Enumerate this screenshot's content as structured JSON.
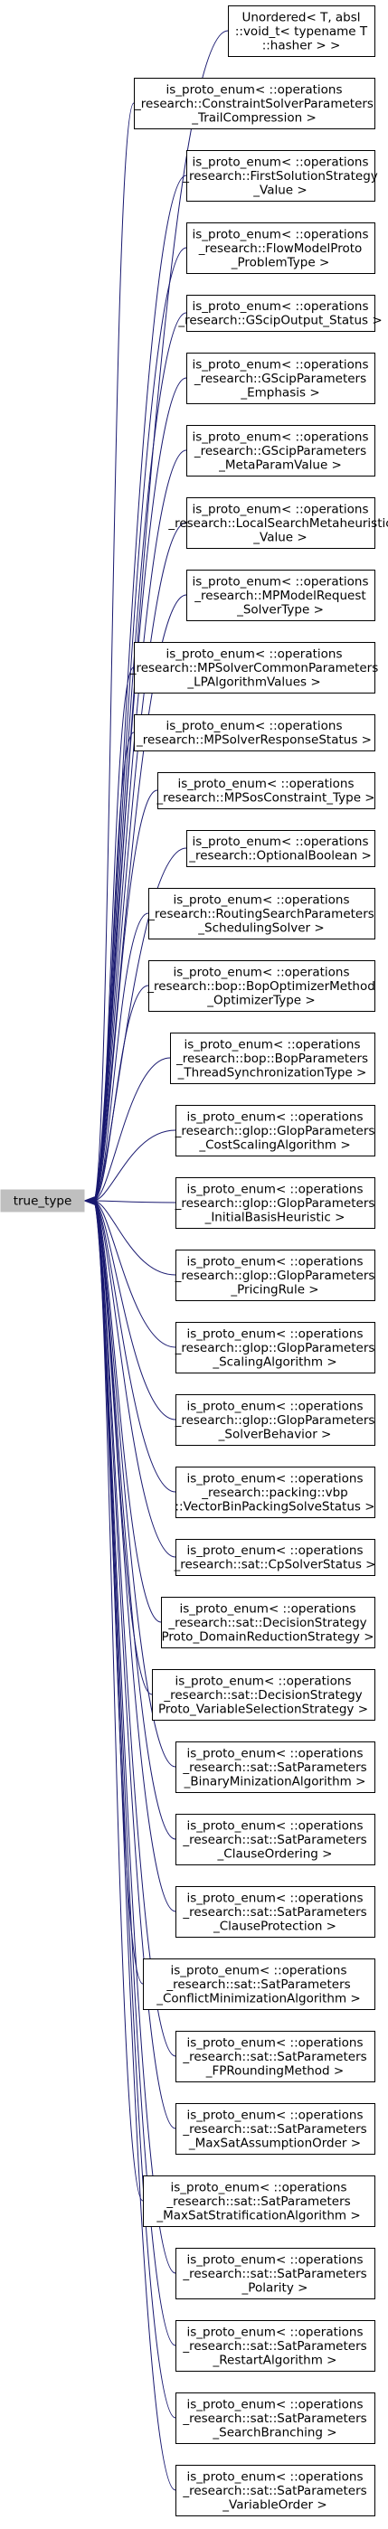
{
  "graph": {
    "root": {
      "label": "true_type"
    },
    "nodes": [
      {
        "lines": [
          "Unordered< T, absl",
          "::void_t< typename T",
          "::hasher > >"
        ]
      },
      {
        "lines": [
          "is_proto_enum< ::operations",
          "_research::ConstraintSolverParameters",
          "_TrailCompression >"
        ]
      },
      {
        "lines": [
          "is_proto_enum< ::operations",
          "_research::FirstSolutionStrategy",
          "_Value >"
        ]
      },
      {
        "lines": [
          "is_proto_enum< ::operations",
          "_research::FlowModelProto",
          "_ProblemType >"
        ]
      },
      {
        "lines": [
          "is_proto_enum< ::operations",
          "_research::GScipOutput_Status >"
        ]
      },
      {
        "lines": [
          "is_proto_enum< ::operations",
          "_research::GScipParameters",
          "_Emphasis >"
        ]
      },
      {
        "lines": [
          "is_proto_enum< ::operations",
          "_research::GScipParameters",
          "_MetaParamValue >"
        ]
      },
      {
        "lines": [
          "is_proto_enum< ::operations",
          "_research::LocalSearchMetaheuristic",
          "_Value >"
        ]
      },
      {
        "lines": [
          "is_proto_enum< ::operations",
          "_research::MPModelRequest",
          "_SolverType >"
        ]
      },
      {
        "lines": [
          "is_proto_enum< ::operations",
          "_research::MPSolverCommonParameters",
          "_LPAlgorithmValues >"
        ]
      },
      {
        "lines": [
          "is_proto_enum< ::operations",
          "_research::MPSolverResponseStatus >"
        ]
      },
      {
        "lines": [
          "is_proto_enum< ::operations",
          "_research::MPSosConstraint_Type >"
        ]
      },
      {
        "lines": [
          "is_proto_enum< ::operations",
          "_research::OptionalBoolean >"
        ]
      },
      {
        "lines": [
          "is_proto_enum< ::operations",
          "_research::RoutingSearchParameters",
          "_SchedulingSolver >"
        ]
      },
      {
        "lines": [
          "is_proto_enum< ::operations",
          "_research::bop::BopOptimizerMethod",
          "_OptimizerType >"
        ]
      },
      {
        "lines": [
          "is_proto_enum< ::operations",
          "_research::bop::BopParameters",
          "_ThreadSynchronizationType >"
        ]
      },
      {
        "lines": [
          "is_proto_enum< ::operations",
          "_research::glop::GlopParameters",
          "_CostScalingAlgorithm >"
        ]
      },
      {
        "lines": [
          "is_proto_enum< ::operations",
          "_research::glop::GlopParameters",
          "_InitialBasisHeuristic >"
        ]
      },
      {
        "lines": [
          "is_proto_enum< ::operations",
          "_research::glop::GlopParameters",
          "_PricingRule >"
        ]
      },
      {
        "lines": [
          "is_proto_enum< ::operations",
          "_research::glop::GlopParameters",
          "_ScalingAlgorithm >"
        ]
      },
      {
        "lines": [
          "is_proto_enum< ::operations",
          "_research::glop::GlopParameters",
          "_SolverBehavior >"
        ]
      },
      {
        "lines": [
          "is_proto_enum< ::operations",
          "_research::packing::vbp",
          "::VectorBinPackingSolveStatus >"
        ]
      },
      {
        "lines": [
          "is_proto_enum< ::operations",
          "_research::sat::CpSolverStatus >"
        ]
      },
      {
        "lines": [
          "is_proto_enum< ::operations",
          "_research::sat::DecisionStrategy",
          "Proto_DomainReductionStrategy >"
        ]
      },
      {
        "lines": [
          "is_proto_enum< ::operations",
          "_research::sat::DecisionStrategy",
          "Proto_VariableSelectionStrategy >"
        ]
      },
      {
        "lines": [
          "is_proto_enum< ::operations",
          "_research::sat::SatParameters",
          "_BinaryMinizationAlgorithm >"
        ]
      },
      {
        "lines": [
          "is_proto_enum< ::operations",
          "_research::sat::SatParameters",
          "_ClauseOrdering >"
        ]
      },
      {
        "lines": [
          "is_proto_enum< ::operations",
          "_research::sat::SatParameters",
          "_ClauseProtection >"
        ]
      },
      {
        "lines": [
          "is_proto_enum< ::operations",
          "_research::sat::SatParameters",
          "_ConflictMinimizationAlgorithm >"
        ]
      },
      {
        "lines": [
          "is_proto_enum< ::operations",
          "_research::sat::SatParameters",
          "_FPRoundingMethod >"
        ]
      },
      {
        "lines": [
          "is_proto_enum< ::operations",
          "_research::sat::SatParameters",
          "_MaxSatAssumptionOrder >"
        ]
      },
      {
        "lines": [
          "is_proto_enum< ::operations",
          "_research::sat::SatParameters",
          "_MaxSatStratificationAlgorithm >"
        ]
      },
      {
        "lines": [
          "is_proto_enum< ::operations",
          "_research::sat::SatParameters",
          "_Polarity >"
        ]
      },
      {
        "lines": [
          "is_proto_enum< ::operations",
          "_research::sat::SatParameters",
          "_RestartAlgorithm >"
        ]
      },
      {
        "lines": [
          "is_proto_enum< ::operations",
          "_research::sat::SatParameters",
          "_SearchBranching >"
        ]
      },
      {
        "lines": [
          "is_proto_enum< ::operations",
          "_research::sat::SatParameters",
          "_VariableOrder >"
        ]
      }
    ]
  },
  "colors": {
    "edge": "#191970",
    "root_fill": "#bfbfbf",
    "node_border": "#000000",
    "background": "#ffffff"
  }
}
